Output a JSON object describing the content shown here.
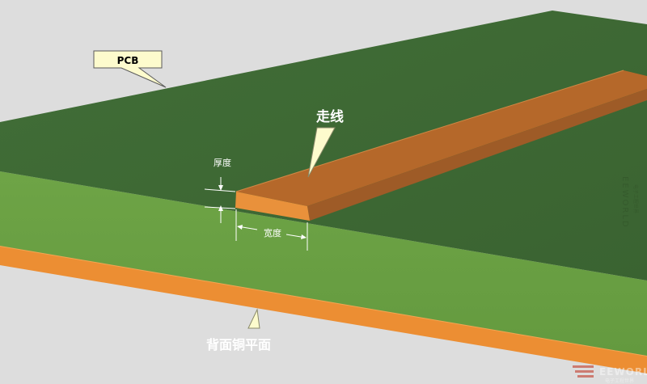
{
  "labels": {
    "pcb": "PCB",
    "trace": "走线",
    "thickness": "厚度",
    "width": "宽度",
    "ground_plane": "背面铜平面"
  },
  "watermark": {
    "text": "EEWORLD",
    "subtext": "电子工程世界"
  },
  "colors": {
    "background": "#dcdcdc",
    "board_top": "#3f6b35",
    "board_side": "#6a9e43",
    "copper_plane": "#ec8e33",
    "trace_top": "#b5682a",
    "trace_front": "#e9913b",
    "trace_side": "#9e5b27",
    "callout_fill": "#fdfbcd"
  }
}
